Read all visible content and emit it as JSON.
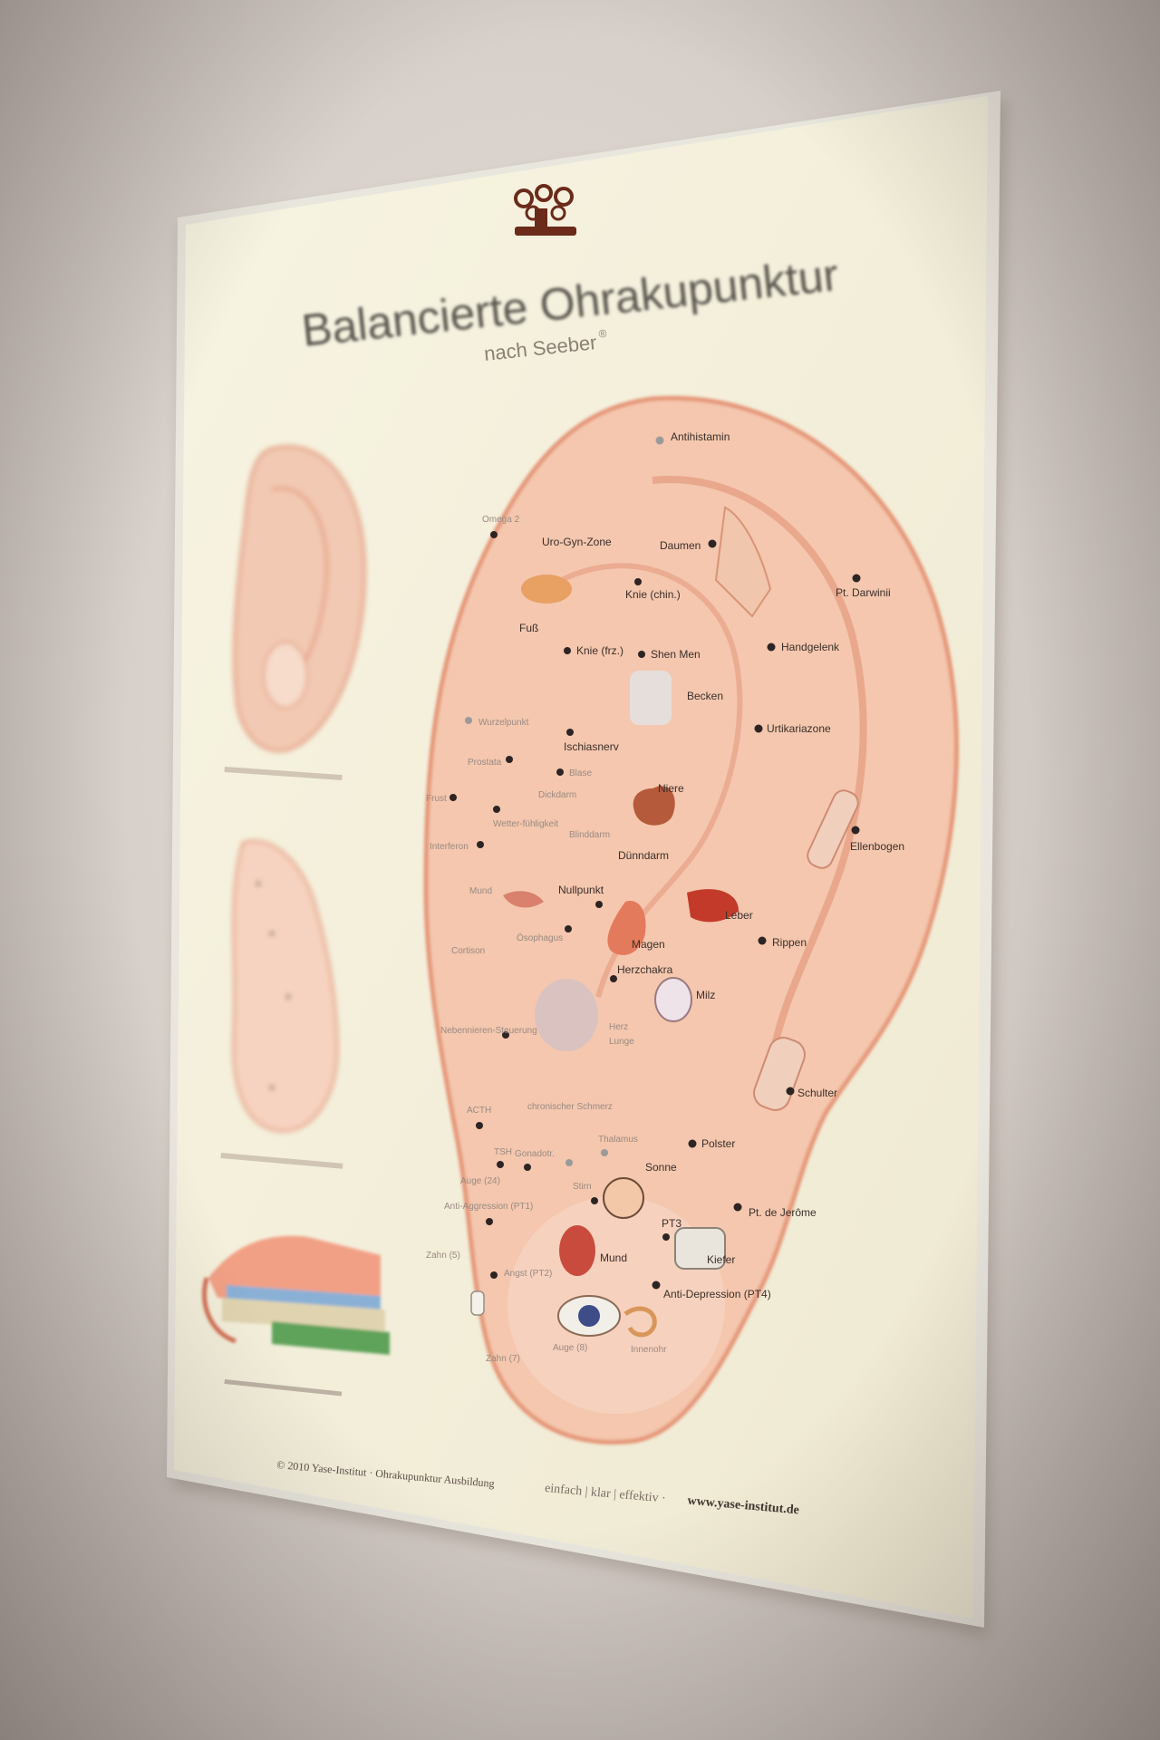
{
  "poster": {
    "title": "Balancierte Ohrakupunktur",
    "subtitle": "nach Seeber",
    "registered_mark": "®",
    "footer_copyright": "© 2010 Yase-Institut · Ohrakupunktur Ausbildung",
    "footer_slogan": "einfach | klar | effektiv ·",
    "footer_url": "www.yase-institut.de",
    "colors": {
      "paper": "#f5f1dc",
      "ear_skin": "#f3c3ab",
      "ear_line": "#e08a6c",
      "logo": "#6b2a1a",
      "title": "#5b564f"
    }
  },
  "labels": {
    "antihistamin": "Antihistamin",
    "omega2": "Omega 2",
    "uro_gyn": "Uro-Gyn-Zone",
    "daumen": "Daumen",
    "pt_darwinii": "Pt. Darwinii",
    "knie_chin": "Knie (chin.)",
    "fuss": "Fuß",
    "knie_frz": "Knie (frz.)",
    "shen_men": "Shen Men",
    "handgelenk": "Handgelenk",
    "becken": "Becken",
    "wurzelpunkt": "Wurzelpunkt",
    "ischiasnerv": "Ischiasnerv",
    "urtikariazone": "Urtikariazone",
    "prostata": "Prostata",
    "blase": "Blase",
    "dickdarm": "Dickdarm",
    "niere": "Niere",
    "frust": "Frust",
    "wetterfuehligkeit": "Wetter-fühligkeit",
    "blinddarm": "Blinddarm",
    "ellenbogen": "Ellenbogen",
    "interferon": "Interferon",
    "duenndarm": "Dünndarm",
    "mund": "Mund",
    "nullpunkt": "Nullpunkt",
    "leber": "Leber",
    "oesophagus": "Ösophagus",
    "magen": "Magen",
    "rippen": "Rippen",
    "cortison": "Cortison",
    "herzchakra": "Herzchakra",
    "milz": "Milz",
    "herz": "Herz",
    "lunge": "Lunge",
    "nebennieren": "Nebennieren-Steuerung",
    "schulter": "Schulter",
    "acth": "ACTH",
    "chronischer_schmerz": "chronischer Schmerz",
    "thalamus": "Thalamus",
    "polster": "Polster",
    "tsh": "TSH",
    "gonadotr": "Gonadotr.",
    "auge_24": "Auge (24)",
    "sonne": "Sonne",
    "anti_aggression": "Anti-Aggression (PT1)",
    "stirn": "Stirn",
    "pt_de_jerome": "Pt. de Jerôme",
    "pt3": "PT3",
    "zahn_5": "Zahn (5)",
    "angst": "Angst (PT2)",
    "mund2": "Mund",
    "kiefer": "Kiefer",
    "anti_depression": "Anti-Depression (PT4)",
    "auge_8": "Auge (8)",
    "innenohr": "Innenohr",
    "zahn_7": "Zahn (7)"
  }
}
